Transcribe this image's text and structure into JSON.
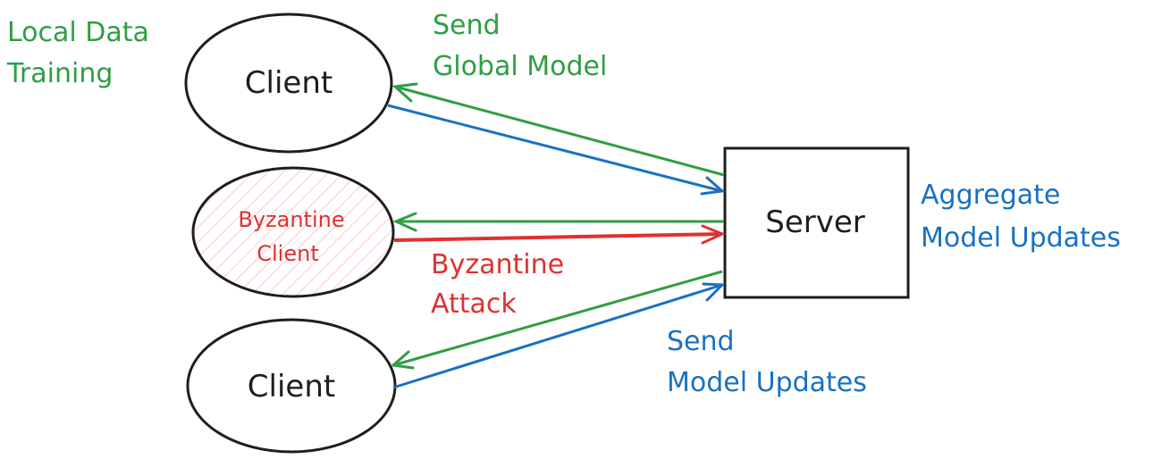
{
  "colors": {
    "stroke": "#1e1e1e",
    "green": "#2f9e44",
    "blue": "#1971c2",
    "red": "#e03131",
    "hatch": "#ffc9c9"
  },
  "nodes": {
    "client_top": {
      "label": "Client"
    },
    "byzantine_client": {
      "label_line1": "Byzantine",
      "label_line2": "Client"
    },
    "client_bottom": {
      "label": "Client"
    },
    "server": {
      "label": "Server"
    }
  },
  "annotations": {
    "local_training": {
      "line1": "Local Data",
      "line2": "Training"
    },
    "send_global": {
      "line1": "Send",
      "line2": "Global Model"
    },
    "aggregate": {
      "line1": "Aggregate",
      "line2": "Model Updates"
    },
    "byzantine_attack": {
      "line1": "Byzantine",
      "line2": "Attack"
    },
    "send_updates": {
      "line1": "Send",
      "line2": "Model Updates"
    }
  },
  "edges": [
    {
      "from": "server",
      "to": "client_top",
      "meaning": "global model",
      "color": "green"
    },
    {
      "from": "client_top",
      "to": "server",
      "meaning": "model update",
      "color": "blue"
    },
    {
      "from": "server",
      "to": "byzantine_client",
      "meaning": "global model",
      "color": "green"
    },
    {
      "from": "byzantine_client",
      "to": "server",
      "meaning": "byzantine attack",
      "color": "red"
    },
    {
      "from": "server",
      "to": "client_bottom",
      "meaning": "global model",
      "color": "green"
    },
    {
      "from": "client_bottom",
      "to": "server",
      "meaning": "model update",
      "color": "blue"
    }
  ]
}
